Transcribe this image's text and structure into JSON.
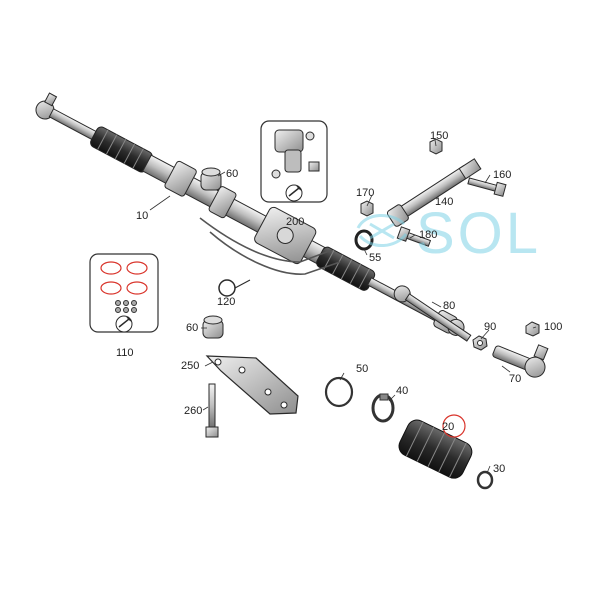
{
  "diagram": {
    "callouts": {
      "c10": "10",
      "c20": "20",
      "c30": "30",
      "c40": "40",
      "c50": "50",
      "c55": "55",
      "c60a": "60",
      "c60b": "60",
      "c70": "70",
      "c80": "80",
      "c90": "90",
      "c100": "100",
      "c110": "110",
      "c120": "120",
      "c140": "140",
      "c150": "150",
      "c160": "160",
      "c170": "170",
      "c180": "180",
      "c200": "200",
      "c250": "250",
      "c260": "260"
    },
    "highlighted_callout": "20",
    "highlight_color": "#d9342b",
    "line_color": "#2a2a2a",
    "part_fill": "#e6e6e6",
    "part_shade": "#9a9a9a"
  },
  "watermark": {
    "text": "SOL",
    "color": "#7fd3e6",
    "icon": "swirl-logo-icon"
  }
}
